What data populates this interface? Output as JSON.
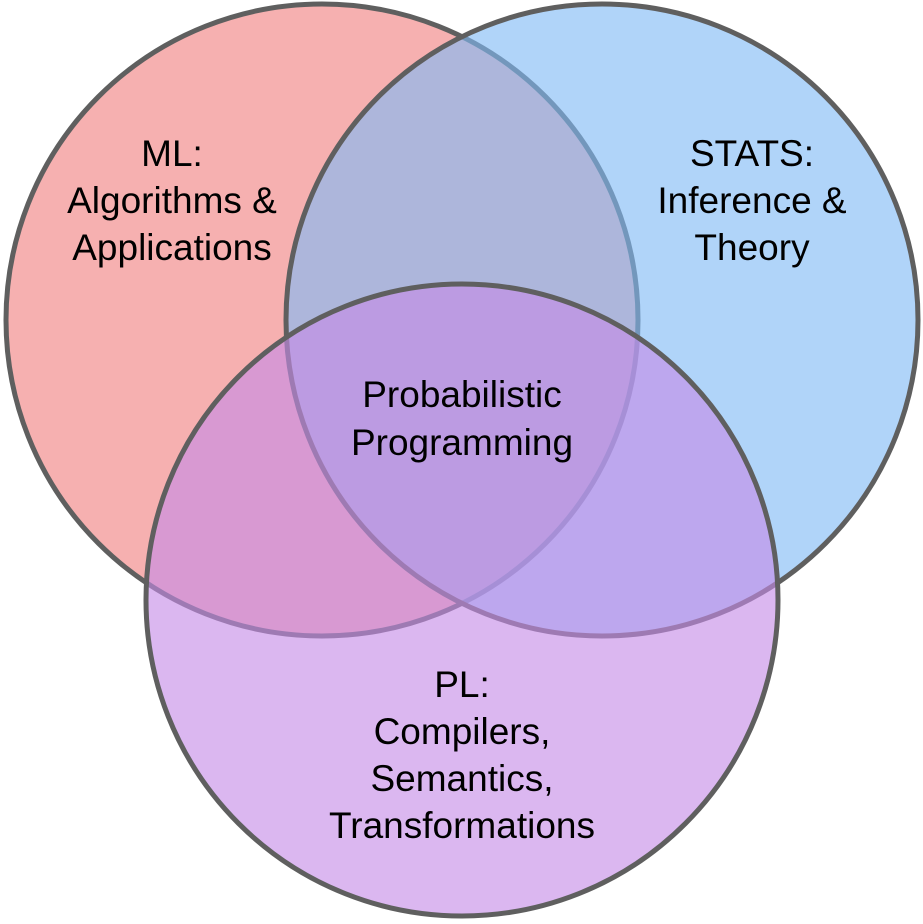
{
  "sets": [
    {
      "id": "ml",
      "lines": [
        "ML:",
        "Algorithms &",
        "Applications"
      ],
      "fill": "#f08080"
    },
    {
      "id": "stats",
      "lines": [
        "STATS:",
        "Inference &",
        "Theory"
      ],
      "fill": "#7fbaf5"
    },
    {
      "id": "pl",
      "lines": [
        "PL:",
        "Compilers,",
        "Semantics,",
        "Transformations"
      ],
      "fill": "#c58ae6"
    }
  ],
  "intersection": {
    "lines": [
      "Probabilistic",
      "Programming"
    ]
  },
  "colors": {
    "outline": "#5f5f5f",
    "text": "#000000",
    "background": "#ffffff"
  }
}
